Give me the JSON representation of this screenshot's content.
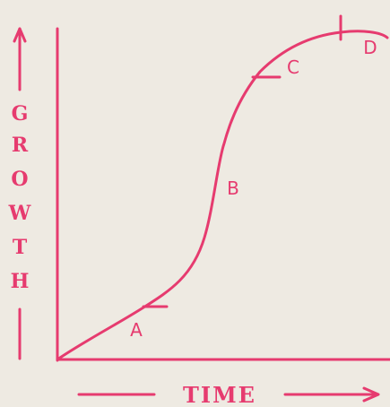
{
  "colors": {
    "ink": "#e63b6f",
    "background": "#eeeae2"
  },
  "axes": {
    "y_label_letters": [
      "G",
      "R",
      "O",
      "W",
      "T",
      "H"
    ],
    "x_label": "TIME"
  },
  "phases": [
    {
      "label": "A"
    },
    {
      "label": "B"
    },
    {
      "label": "C"
    },
    {
      "label": "D"
    }
  ]
}
